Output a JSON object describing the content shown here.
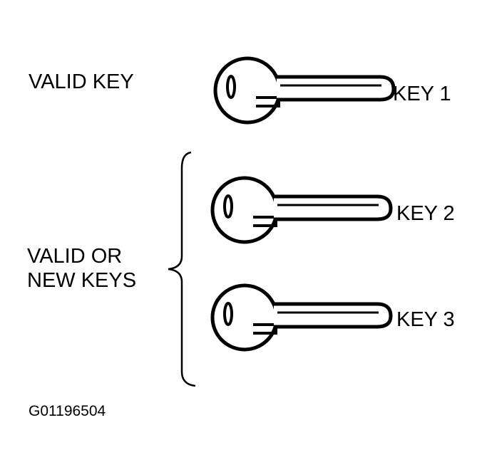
{
  "labels": {
    "valid_key": "VALID KEY",
    "valid_or_new_line1": "VALID OR",
    "valid_or_new_line2": "NEW KEYS"
  },
  "keys": [
    {
      "label": "KEY 1"
    },
    {
      "label": "KEY 2"
    },
    {
      "label": "KEY 3"
    }
  ],
  "figure_id": "G01196504",
  "colors": {
    "ink": "#000000",
    "background": "#ffffff"
  }
}
